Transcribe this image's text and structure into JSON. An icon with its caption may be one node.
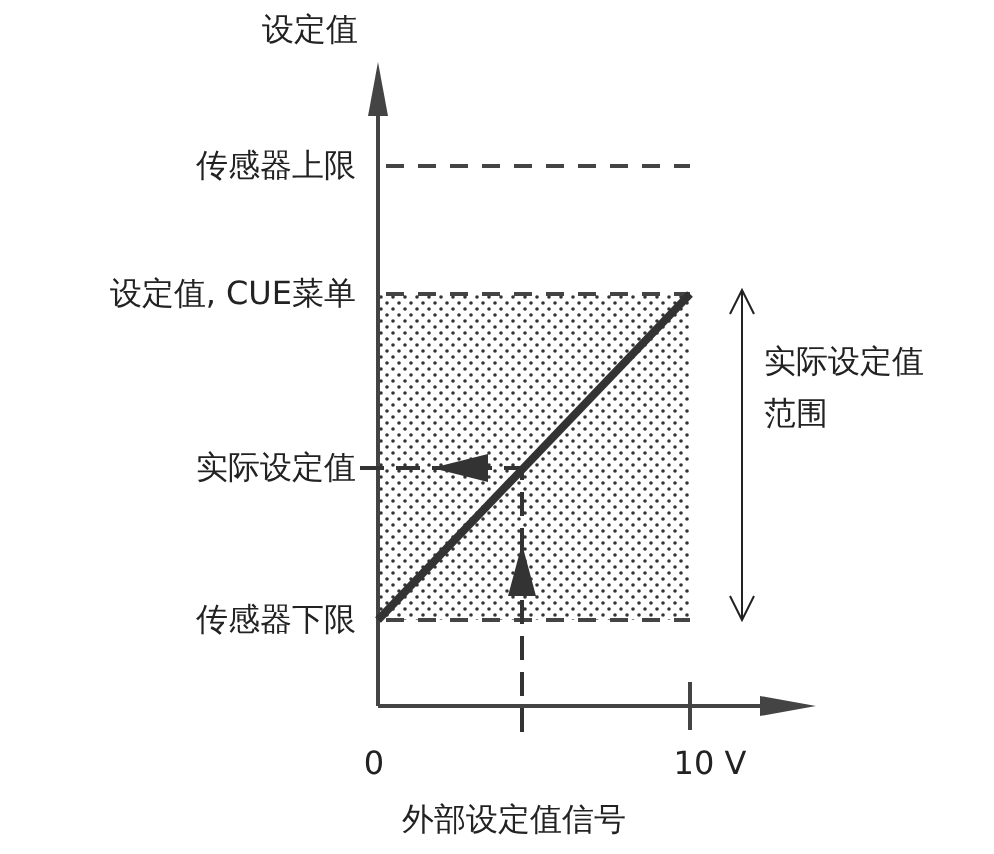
{
  "diagram": {
    "labels": [
      "设定值",
      "传感器上限",
      "设定值, CUE菜单",
      "实际设定值范围",
      "实际设定值",
      "传感器下限",
      "0",
      "10 V",
      "外部设定值信号"
    ]
  }
}
